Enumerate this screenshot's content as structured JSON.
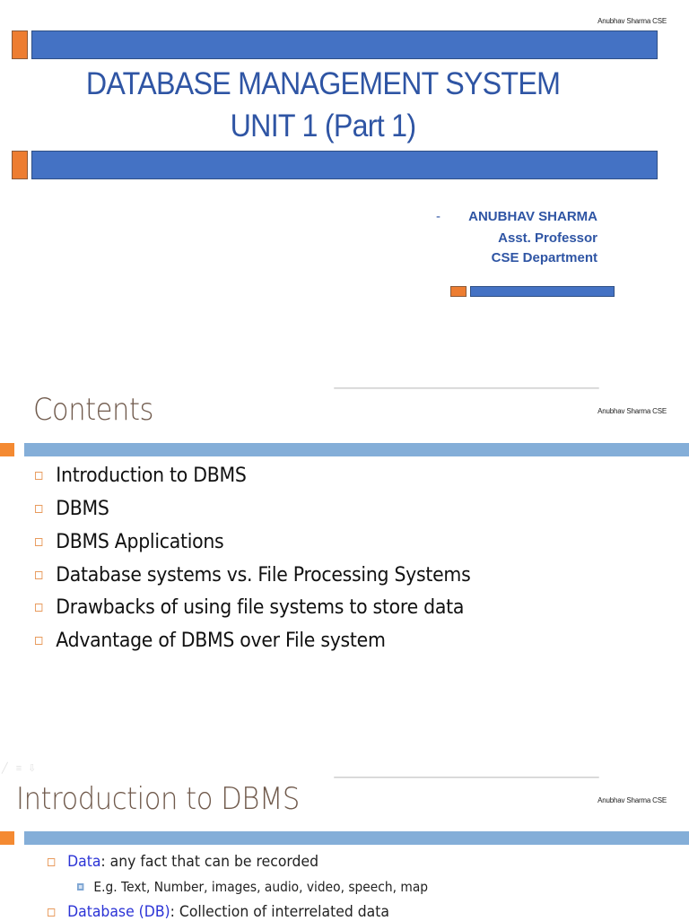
{
  "slides": [
    {
      "watermark": "Anubhav Sharma CSE",
      "title_line1": "DATABASE MANAGEMENT SYSTEM",
      "title_line2": "UNIT 1 (Part 1)",
      "author_dash": "-",
      "author_name": "ANUBHAV SHARMA",
      "author_role": "Asst. Professor",
      "author_dept": "CSE Department"
    },
    {
      "title": "Contents",
      "watermark": "Anubhav Sharma CSE",
      "items": [
        "Introduction to DBMS",
        "DBMS",
        "DBMS Applications",
        "Database systems vs. File Processing Systems",
        "Drawbacks of using file systems to store data",
        "Advantage of DBMS over File system"
      ]
    },
    {
      "title": "Introduction to DBMS",
      "watermark": "Anubhav Sharma CSE",
      "items": [
        {
          "term": "Data",
          "text": ": any fact that can be recorded"
        },
        {
          "sub": "E.g. Text, Number, images, audio, video, speech, map"
        },
        {
          "term": "Database (DB)",
          "text": ": Collection of interrelated data"
        }
      ]
    }
  ],
  "colors": {
    "accent_blue": "#4472C4",
    "accent_orange": "#ED7D31",
    "title_blue": "#2F55A4",
    "light_blue_bar": "#84AED8",
    "slide_title_brown": "#705a4c",
    "term_blue": "#2b33d6"
  }
}
